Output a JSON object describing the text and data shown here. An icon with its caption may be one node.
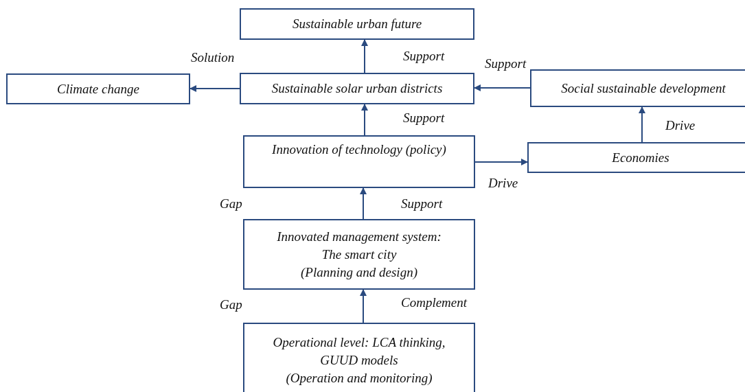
{
  "diagram": {
    "nodes": [
      {
        "text": [
          "Sustainable urban future"
        ]
      },
      {
        "text": [
          "Climate change"
        ]
      },
      {
        "text": [
          "Sustainable solar urban districts"
        ]
      },
      {
        "text": [
          "Social sustainable development"
        ]
      },
      {
        "text": [
          "Innovation of technology (policy)"
        ]
      },
      {
        "text": [
          "Economies"
        ]
      },
      {
        "text": [
          "Innovated management system: The smart city",
          "(Planning and design)"
        ]
      },
      {
        "text": [
          "Operational level: LCA thinking, GUUD models",
          "(Operation and monitoring)"
        ]
      }
    ],
    "edges": [
      {
        "from": 2,
        "to": 0,
        "arrow": "to",
        "label": "Support"
      },
      {
        "from": 2,
        "to": 1,
        "arrow": "to",
        "label": "Solution"
      },
      {
        "from": 3,
        "to": 2,
        "arrow": "to",
        "label": "Support"
      },
      {
        "from": 4,
        "to": 2,
        "arrow": "to",
        "label": "Support"
      },
      {
        "from": 4,
        "to": 5,
        "arrow": "to",
        "label": "Drive"
      },
      {
        "from": 5,
        "to": 3,
        "arrow": "to",
        "label": "Drive"
      },
      {
        "from": 6,
        "to": 4,
        "arrow": "to",
        "label": "Support"
      },
      {
        "from": 7,
        "to": 6,
        "arrow": "to",
        "label": "Complement"
      }
    ],
    "labels": [
      "Gap",
      "Gap"
    ]
  }
}
